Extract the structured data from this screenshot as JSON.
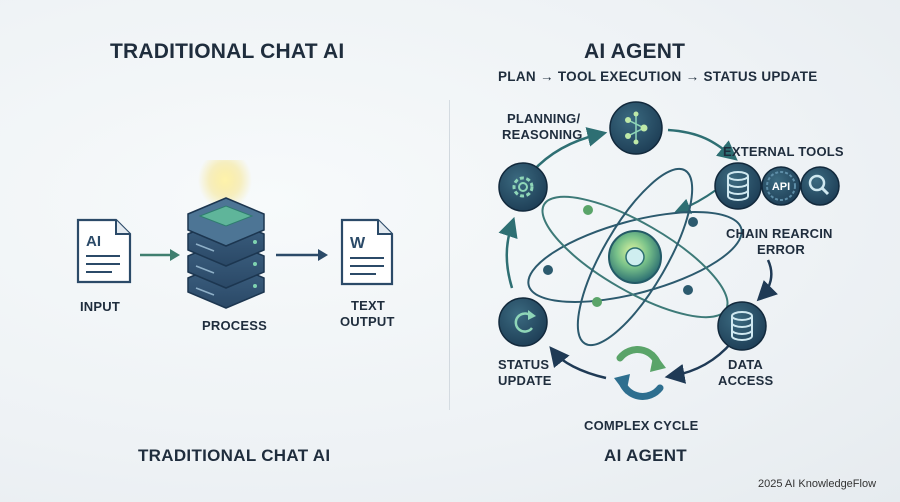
{
  "left": {
    "title": "TRADITIONAL CHAT AI",
    "input_doc_text": "AI",
    "output_doc_text": "W",
    "input_label": "INPUT",
    "process_label": "PROCESS",
    "output_label_line1": "TEXT",
    "output_label_line2": "OUTPUT",
    "footer": "TRADITIONAL CHAT AI"
  },
  "right": {
    "title": "AI AGENT",
    "subtitle": "PLAN → TOOL EXECUTION → STATUS UPDATE",
    "planning_line1": "PLANNING/",
    "planning_line2": "REASONING",
    "external_tools": "EXTERNAL TOOLS",
    "api_text": "API",
    "chain_line1": "CHAIN REARCIN",
    "chain_line2": "ERROR",
    "data_line1": "DATA",
    "data_line2": "ACCESS",
    "status_line1": "STATUS",
    "status_line2": "UPDATE",
    "complex_cycle": "COMPLEX CYCLE",
    "footer": "AI AGENT"
  },
  "credit": "2025 AI KnowledgeFlow",
  "colors": {
    "navy": "#1f3a55",
    "teal": "#2f7d7a",
    "green": "#5aa469",
    "glow": "#f7e27a",
    "text": "#1f2d3d"
  },
  "icons": [
    "document-icon",
    "server-icon",
    "word-document-icon",
    "atom-icon",
    "network-icon",
    "gear-icon",
    "database-icon",
    "api-icon",
    "magnifier-icon",
    "refresh-icon",
    "cycle-icon"
  ]
}
